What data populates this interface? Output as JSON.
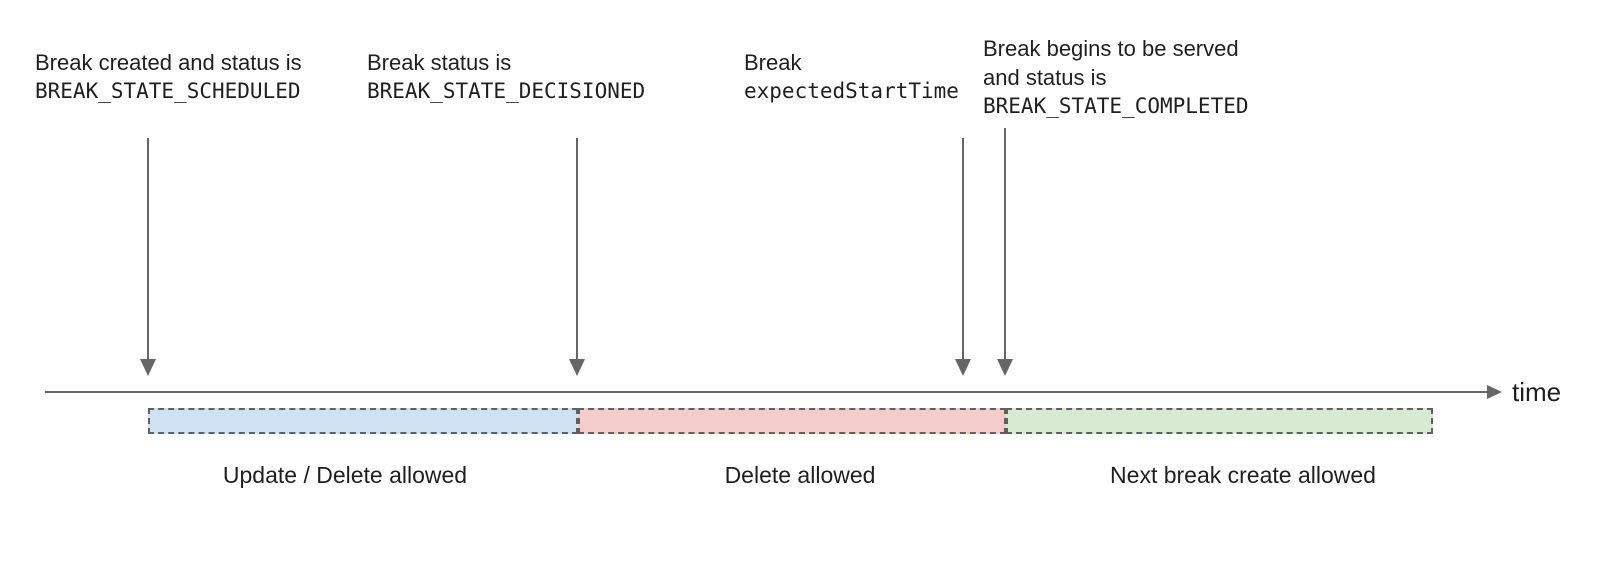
{
  "colors": {
    "text": "#1f1f1f",
    "line_gray": "#666666",
    "segment_blue": "#cfe2f3",
    "segment_red": "#f4cccc",
    "segment_green": "#d9ead3"
  },
  "annotations": [
    {
      "line1": "Break created and status is",
      "line2_mono": "BREAK_STATE_SCHEDULED"
    },
    {
      "line1": "Break status is",
      "line2_mono": "BREAK_STATE_DECISIONED"
    },
    {
      "line1": "Break",
      "line2_mono": "expectedStartTime"
    },
    {
      "line1": "Break begins to be served",
      "line2": "and status is",
      "line3_mono": "BREAK_STATE_COMPLETED"
    }
  ],
  "timeline": {
    "axis_label": "time"
  },
  "segments": [
    {
      "label": "Update / Delete allowed",
      "color": "#cfe2f3"
    },
    {
      "label": "Delete allowed",
      "color": "#f4cccc"
    },
    {
      "label": "Next break create allowed",
      "color": "#d9ead3"
    }
  ]
}
